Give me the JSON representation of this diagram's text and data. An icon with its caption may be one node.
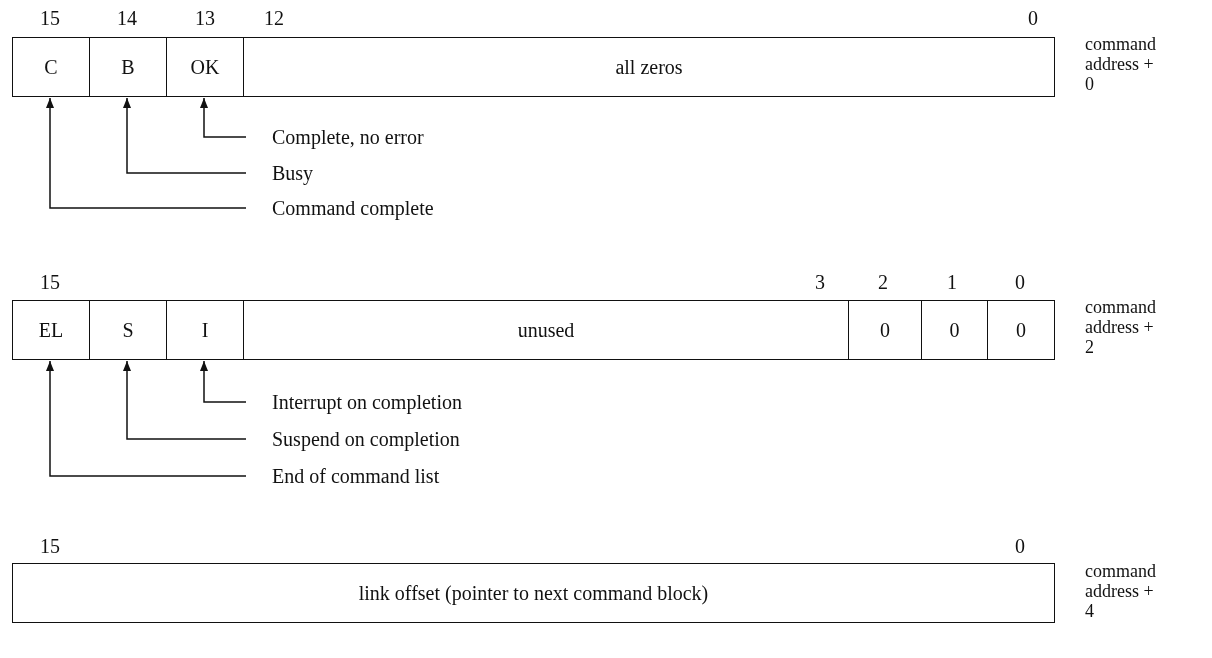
{
  "diagram": {
    "nodes": [
      {
        "text": [
          "C"
        ]
      },
      {
        "text": [
          "B"
        ]
      },
      {
        "text": [
          "OK"
        ]
      },
      {
        "text": [
          "all zeros"
        ]
      },
      {
        "text": [
          "Complete, no error"
        ]
      },
      {
        "text": [
          "Busy"
        ]
      },
      {
        "text": [
          "Command complete"
        ]
      },
      {
        "text": [
          "EL"
        ]
      },
      {
        "text": [
          "S"
        ]
      },
      {
        "text": [
          "I"
        ]
      },
      {
        "text": [
          "unused"
        ]
      },
      {
        "text": [
          "0"
        ]
      },
      {
        "text": [
          "0"
        ]
      },
      {
        "text": [
          "0"
        ]
      },
      {
        "text": [
          "Interrupt on completion"
        ]
      },
      {
        "text": [
          "Suspend on completion"
        ]
      },
      {
        "text": [
          "End of command list"
        ]
      },
      {
        "text": [
          "link offset (pointer to next command block)"
        ]
      }
    ],
    "edges": [
      {
        "from": 4,
        "to": 2,
        "arrow": "to"
      },
      {
        "from": 5,
        "to": 1,
        "arrow": "to"
      },
      {
        "from": 6,
        "to": 0,
        "arrow": "to"
      },
      {
        "from": 14,
        "to": 9,
        "arrow": "to"
      },
      {
        "from": 15,
        "to": 8,
        "arrow": "to"
      },
      {
        "from": 16,
        "to": 7,
        "arrow": "to"
      }
    ],
    "labels": [
      "15",
      "14",
      "13",
      "12",
      "0",
      "command address + 0",
      "15",
      "3",
      "2",
      "1",
      "0",
      "command address + 2",
      "15",
      "0",
      "command address + 4"
    ]
  }
}
